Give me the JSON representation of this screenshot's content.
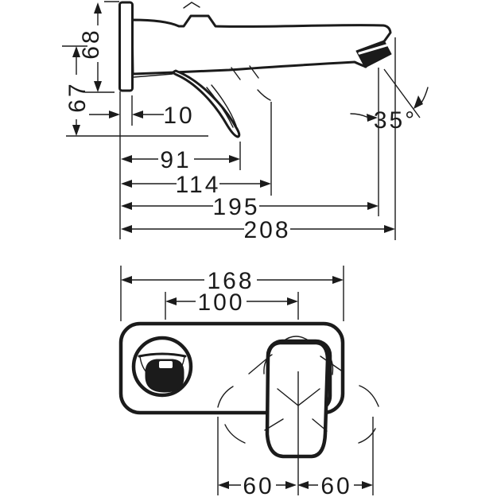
{
  "drawing": {
    "description": "technical dimension drawing of a wall-mounted single-lever basin mixer, side view and front view",
    "colors": {
      "line": "#1b1b1b",
      "background": "#ffffff"
    }
  },
  "side_view": {
    "dims": {
      "plate_height": "68",
      "outlet_drop_height": "67",
      "plate_depth": "10",
      "handle_reach": "91",
      "handle_reach_open": "114",
      "aerator_distance": "195",
      "overall_length": "208",
      "spray_angle": "35°"
    }
  },
  "front_view": {
    "dims": {
      "plate_width": "168",
      "spout_to_handle": "100",
      "handle_clearance_left": "60",
      "handle_clearance_right": "60"
    }
  }
}
